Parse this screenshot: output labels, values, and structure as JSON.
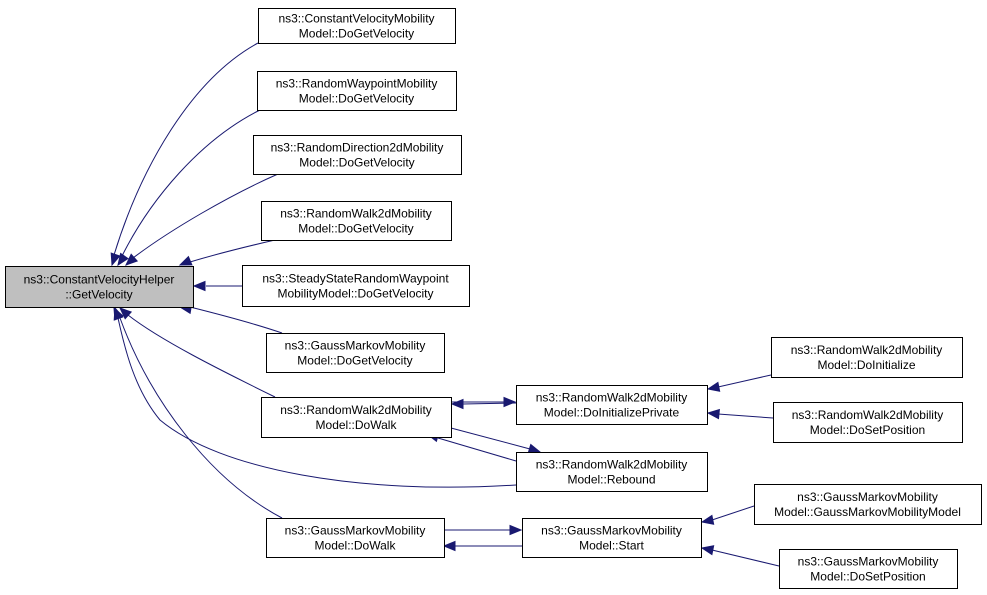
{
  "diagram": {
    "type": "doxygen-caller-graph",
    "colors": {
      "edge": "#191970",
      "main_fill": "#bfbfbf",
      "node_fill": "#ffffff",
      "border": "#000000"
    },
    "nodes": [
      {
        "id": "main",
        "line1": "ns3::ConstantVelocityHelper",
        "line2": "::GetVelocity",
        "highlighted": true
      },
      {
        "id": "n1",
        "line1": "ns3::ConstantVelocityMobility",
        "line2": "Model::DoGetVelocity"
      },
      {
        "id": "n2",
        "line1": "ns3::RandomWaypointMobility",
        "line2": "Model::DoGetVelocity"
      },
      {
        "id": "n3",
        "line1": "ns3::RandomDirection2dMobility",
        "line2": "Model::DoGetVelocity"
      },
      {
        "id": "n4",
        "line1": "ns3::RandomWalk2dMobility",
        "line2": "Model::DoGetVelocity"
      },
      {
        "id": "n5",
        "line1": "ns3::SteadyStateRandomWaypoint",
        "line2": "MobilityModel::DoGetVelocity"
      },
      {
        "id": "n6",
        "line1": "ns3::GaussMarkovMobility",
        "line2": "Model::DoGetVelocity"
      },
      {
        "id": "n7",
        "line1": "ns3::RandomWalk2dMobility",
        "line2": "Model::DoWalk"
      },
      {
        "id": "n8",
        "line1": "ns3::RandomWalk2dMobility",
        "line2": "Model::DoInitializePrivate"
      },
      {
        "id": "n9",
        "line1": "ns3::RandomWalk2dMobility",
        "line2": "Model::Rebound"
      },
      {
        "id": "n10",
        "line1": "ns3::GaussMarkovMobility",
        "line2": "Model::DoWalk"
      },
      {
        "id": "n11",
        "line1": "ns3::GaussMarkovMobility",
        "line2": "Model::Start"
      },
      {
        "id": "n12",
        "line1": "ns3::RandomWalk2dMobility",
        "line2": "Model::DoInitialize"
      },
      {
        "id": "n13",
        "line1": "ns3::RandomWalk2dMobility",
        "line2": "Model::DoSetPosition"
      },
      {
        "id": "n14",
        "line1": "ns3::GaussMarkovMobility",
        "line2": "Model::GaussMarkovMobilityModel"
      },
      {
        "id": "n15",
        "line1": "ns3::GaussMarkovMobility",
        "line2": "Model::DoSetPosition"
      }
    ],
    "edges": [
      {
        "from": "n1",
        "to": "main"
      },
      {
        "from": "n2",
        "to": "main"
      },
      {
        "from": "n3",
        "to": "main"
      },
      {
        "from": "n4",
        "to": "main"
      },
      {
        "from": "n5",
        "to": "main"
      },
      {
        "from": "n6",
        "to": "main"
      },
      {
        "from": "n7",
        "to": "main"
      },
      {
        "from": "n9",
        "to": "main"
      },
      {
        "from": "n10",
        "to": "main"
      },
      {
        "from": "n8",
        "to": "n7"
      },
      {
        "from": "n7",
        "to": "n8"
      },
      {
        "from": "n9",
        "to": "n7"
      },
      {
        "from": "n7",
        "to": "n9"
      },
      {
        "from": "n11",
        "to": "n10"
      },
      {
        "from": "n10",
        "to": "n11"
      },
      {
        "from": "n12",
        "to": "n8"
      },
      {
        "from": "n13",
        "to": "n8"
      },
      {
        "from": "n14",
        "to": "n11"
      },
      {
        "from": "n15",
        "to": "n11"
      }
    ]
  }
}
